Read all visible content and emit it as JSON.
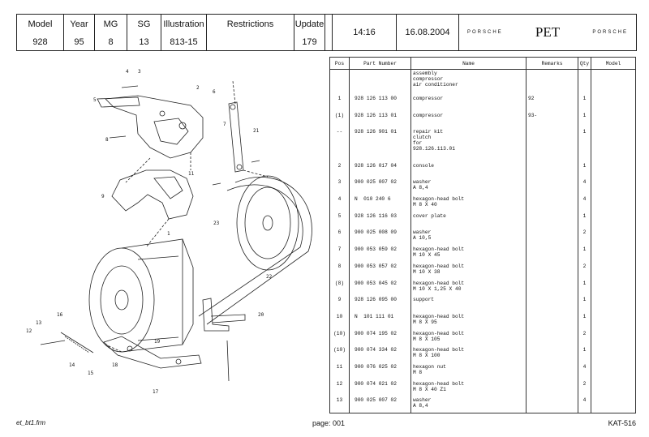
{
  "header": {
    "labels": {
      "model": "Model",
      "year": "Year",
      "mg": "MG",
      "sg": "SG",
      "illustration": "Illustration",
      "restrictions": "Restrictions",
      "update": "Update"
    },
    "values": {
      "model": "928",
      "year": "95",
      "mg": "8",
      "sg": "13",
      "illustration": "813-15",
      "restrictions": "",
      "update": "179"
    },
    "time": "14:16",
    "date": "16.08.2004",
    "brand_left": "PORSCHE",
    "app": "PET",
    "brand_right": "PORSCHE"
  },
  "table": {
    "columns": [
      "Pos",
      "Part Number",
      "Name",
      "Remarks",
      "Qty",
      "Model"
    ],
    "rows": [
      {
        "pos": "",
        "part": "",
        "name": "assembly\ncompressor\nair conditioner",
        "remarks": "",
        "qty": "",
        "model": ""
      },
      {
        "pos": "1",
        "part": "928 126 113 00",
        "name": "compressor",
        "remarks": "92",
        "qty": "1",
        "model": ""
      },
      {
        "pos": "(1)",
        "part": "928 126 113 01",
        "name": "compressor",
        "remarks": "93-",
        "qty": "1",
        "model": ""
      },
      {
        "pos": "--",
        "part": "928 126 901 01",
        "name": "repair kit\nclutch\nfor\n928.126.113.01",
        "remarks": "",
        "qty": "1",
        "model": ""
      },
      {
        "pos": "2",
        "part": "928 126 017 04",
        "name": "console",
        "remarks": "",
        "qty": "1",
        "model": ""
      },
      {
        "pos": "3",
        "part": "900 025 007 02",
        "name": "washer\nA 8,4",
        "remarks": "",
        "qty": "4",
        "model": ""
      },
      {
        "pos": "4",
        "part": "N  010 240 6",
        "name": "hexagon-head bolt\nM 8 X 40",
        "remarks": "",
        "qty": "4",
        "model": ""
      },
      {
        "pos": "5",
        "part": "928 126 116 03",
        "name": "cover plate",
        "remarks": "",
        "qty": "1",
        "model": ""
      },
      {
        "pos": "6",
        "part": "900 025 008 09",
        "name": "washer\nA 10,5",
        "remarks": "",
        "qty": "2",
        "model": ""
      },
      {
        "pos": "7",
        "part": "900 053 059 02",
        "name": "hexagon-head bolt\nM 10 X 45",
        "remarks": "",
        "qty": "1",
        "model": ""
      },
      {
        "pos": "8",
        "part": "900 053 057 02",
        "name": "hexagon-head bolt\nM 10 X 38",
        "remarks": "",
        "qty": "2",
        "model": ""
      },
      {
        "pos": "(8)",
        "part": "900 053 045 02",
        "name": "hexagon-head bolt\nM 10 X 1,25 X 40",
        "remarks": "",
        "qty": "1",
        "model": ""
      },
      {
        "pos": "9",
        "part": "928 126 095 00",
        "name": "support",
        "remarks": "",
        "qty": "1",
        "model": ""
      },
      {
        "pos": "10",
        "part": "N  101 111 01",
        "name": "hexagon-head bolt\nM 8 X 95",
        "remarks": "",
        "qty": "1",
        "model": ""
      },
      {
        "pos": "(10)",
        "part": "900 074 195 02",
        "name": "hexagon-head bolt\nM 8 X 105",
        "remarks": "",
        "qty": "2",
        "model": ""
      },
      {
        "pos": "(10)",
        "part": "900 074 334 02",
        "name": "hexagon-head bolt\nM 8 X 100",
        "remarks": "",
        "qty": "1",
        "model": ""
      },
      {
        "pos": "11",
        "part": "900 076 025 02",
        "name": "hexagon nut\nM 8",
        "remarks": "",
        "qty": "4",
        "model": ""
      },
      {
        "pos": "12",
        "part": "900 074 021 02",
        "name": "hexagon-head bolt\nM 8 X 40 Z1",
        "remarks": "",
        "qty": "2",
        "model": ""
      },
      {
        "pos": "13",
        "part": "900 025 007 02",
        "name": "washer\nA 8,4",
        "remarks": "",
        "qty": "4",
        "model": ""
      }
    ]
  },
  "diagram": {
    "callouts": [
      "1",
      "2",
      "3",
      "4",
      "5",
      "6",
      "7",
      "8",
      "9",
      "11",
      "12",
      "13",
      "14",
      "15",
      "16",
      "17",
      "18",
      "19",
      "20",
      "21",
      "22",
      "23"
    ]
  },
  "footer": {
    "left": "et_bt1.frm",
    "center": "page: 001",
    "right": "KAT-516"
  }
}
